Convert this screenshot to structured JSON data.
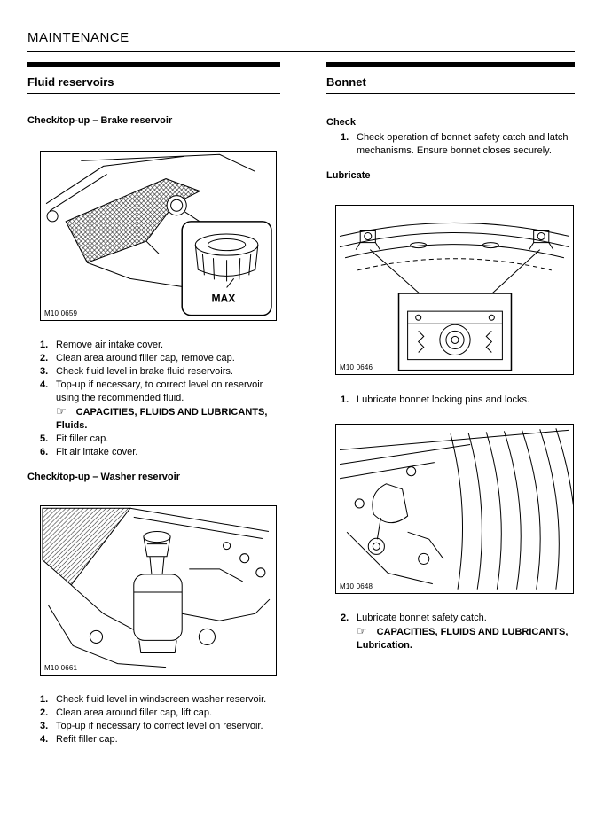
{
  "header": {
    "title": "MAINTENANCE"
  },
  "icons": {
    "pointing_hand": "☞"
  },
  "left": {
    "section_title": "Fluid reservoirs",
    "brake": {
      "heading": "Check/top-up – Brake reservoir",
      "figure": {
        "code": "M10 0659",
        "label": "MAX"
      },
      "items": [
        {
          "num": "1.",
          "text": "Remove air intake cover."
        },
        {
          "num": "2.",
          "text": "Clean area around filler cap, remove cap."
        },
        {
          "num": "3.",
          "text": "Check fluid level in brake fluid reservoirs."
        },
        {
          "num": "4.",
          "text": "Top-up if necessary, to correct level on reservoir using the recommended fluid.",
          "ref": "CAPACITIES, FLUIDS AND LUBRICANTS, Fluids."
        },
        {
          "num": "5.",
          "text": "Fit filler cap."
        },
        {
          "num": "6.",
          "text": "Fit air intake cover."
        }
      ]
    },
    "washer": {
      "heading": "Check/top-up – Washer reservoir",
      "figure": {
        "code": "M10 0661"
      },
      "items": [
        {
          "num": "1.",
          "text": "Check fluid level in windscreen washer reservoir."
        },
        {
          "num": "2.",
          "text": "Clean area around filler cap, lift cap."
        },
        {
          "num": "3.",
          "text": "Top-up if necessary to correct level on reservoir."
        },
        {
          "num": "4.",
          "text": "Refit filler cap."
        }
      ]
    }
  },
  "right": {
    "section_title": "Bonnet",
    "check": {
      "heading": "Check",
      "items": [
        {
          "num": "1.",
          "text": "Check operation of bonnet safety catch and latch mechanisms. Ensure bonnet closes securely."
        }
      ]
    },
    "lubricate": {
      "heading": "Lubricate",
      "figure1": {
        "code": "M10 0646"
      },
      "figure2": {
        "code": "M10 0648"
      },
      "items": [
        {
          "num": "1.",
          "text": "Lubricate bonnet locking pins and locks."
        },
        {
          "num": "2.",
          "text": "Lubricate bonnet safety catch.",
          "ref": "CAPACITIES, FLUIDS AND LUBRICANTS, Lubrication."
        }
      ]
    }
  }
}
